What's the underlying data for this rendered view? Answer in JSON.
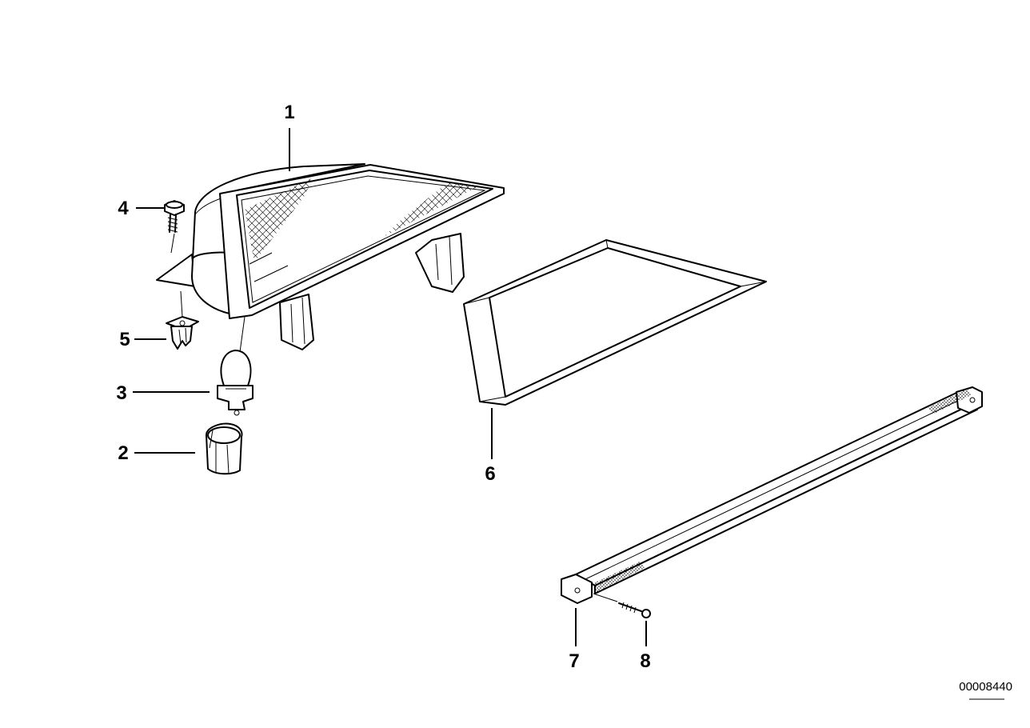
{
  "diagram": {
    "labels": {
      "part1": "1",
      "part2": "2",
      "part3": "3",
      "part4": "4",
      "part5": "5",
      "part6": "6",
      "part7": "7",
      "part8": "8"
    },
    "diagram_code": "00008440"
  }
}
